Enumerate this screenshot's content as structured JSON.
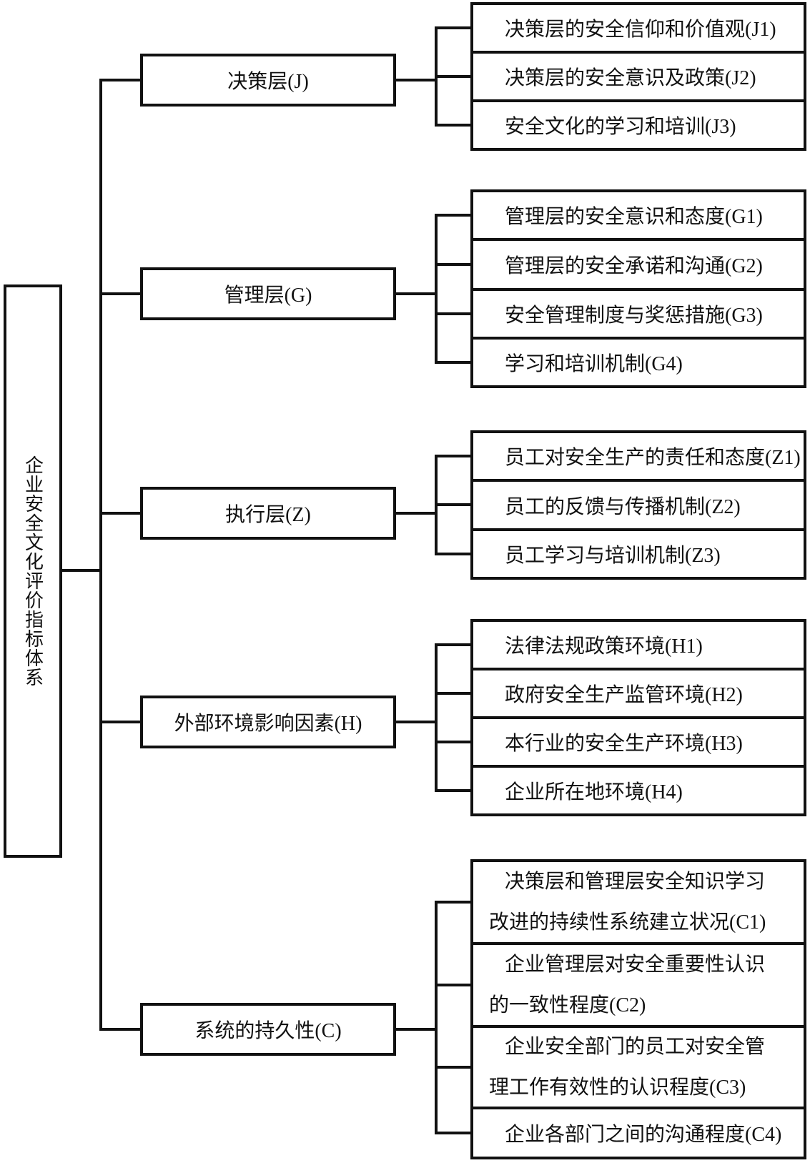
{
  "root": {
    "label": "企业安全文化评价指标体系"
  },
  "groups": [
    {
      "label": "决策层(J)",
      "children": [
        {
          "label": "决策层的安全信仰和价值观(J1)"
        },
        {
          "label": "决策层的安全意识及政策(J2)"
        },
        {
          "label": "安全文化的学习和培训(J3)"
        }
      ]
    },
    {
      "label": "管理层(G)",
      "children": [
        {
          "label": "管理层的安全意识和态度(G1)"
        },
        {
          "label": "管理层的安全承诺和沟通(G2)"
        },
        {
          "label": "安全管理制度与奖惩措施(G3)"
        },
        {
          "label": "学习和培训机制(G4)"
        }
      ]
    },
    {
      "label": "执行层(Z)",
      "children": [
        {
          "label": "员工对安全生产的责任和态度(Z1)"
        },
        {
          "label": "员工的反馈与传播机制(Z2)"
        },
        {
          "label": "员工学习与培训机制(Z3)"
        }
      ]
    },
    {
      "label": "外部环境影响因素(H)",
      "children": [
        {
          "label": "法律法规政策环境(H1)"
        },
        {
          "label": "政府安全生产监管环境(H2)"
        },
        {
          "label": "本行业的安全生产环境(H3)"
        },
        {
          "label": "企业所在地环境(H4)"
        }
      ]
    },
    {
      "label": "系统的持久性(C)",
      "children": [
        {
          "label": "决策层和管理层安全知识学习\n改进的持续性系统建立状况(C1)"
        },
        {
          "label": "企业管理层对安全重要性认识\n的一致性程度(C2)"
        },
        {
          "label": "企业安全部门的员工对安全管\n理工作有效性的认识程度(C3)"
        },
        {
          "label": "企业各部门之间的沟通程度(C4)"
        }
      ]
    }
  ],
  "colors": {
    "line": "#111111",
    "background": "#ffffff",
    "text": "#111111"
  }
}
